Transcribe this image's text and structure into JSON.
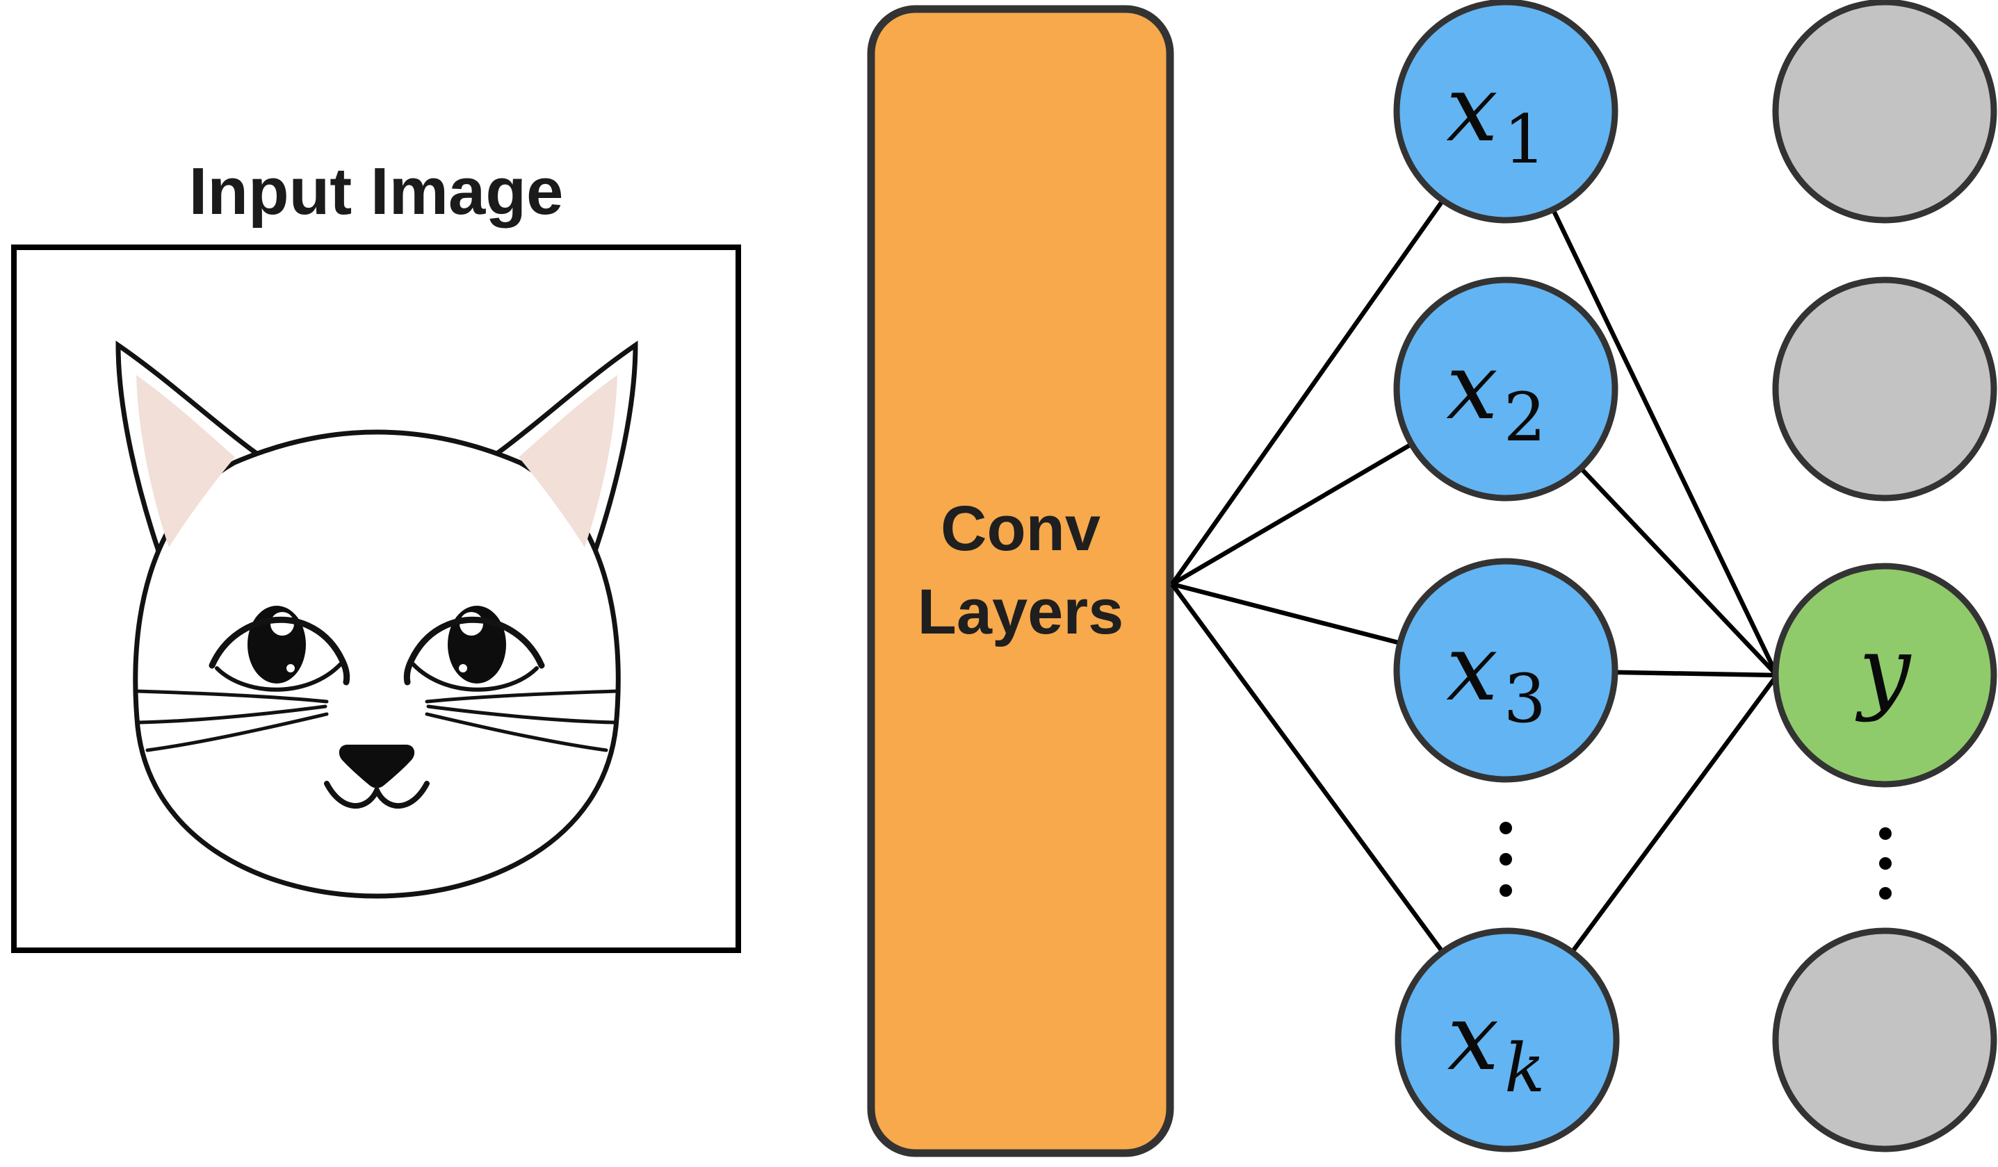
{
  "title": {
    "label": "Input Image"
  },
  "conv_block": {
    "line1": "Conv",
    "line2": "Layers"
  },
  "network": {
    "input_nodes": [
      {
        "base": "x",
        "sub": "1"
      },
      {
        "base": "x",
        "sub": "2"
      },
      {
        "base": "x",
        "sub": "3"
      },
      {
        "base": "x",
        "sub": "k"
      }
    ],
    "output_node": {
      "base": "y"
    }
  },
  "colors": {
    "input_node_fill": "#63B4F2",
    "output_node_fill": "#8FCB6B",
    "inactive_node_fill": "#C3C3C3",
    "conv_fill": "#F7A94C",
    "conv_border": "#6F6F6F",
    "edge": "#000000",
    "ear_inner_pink": "#F2DFD8"
  }
}
